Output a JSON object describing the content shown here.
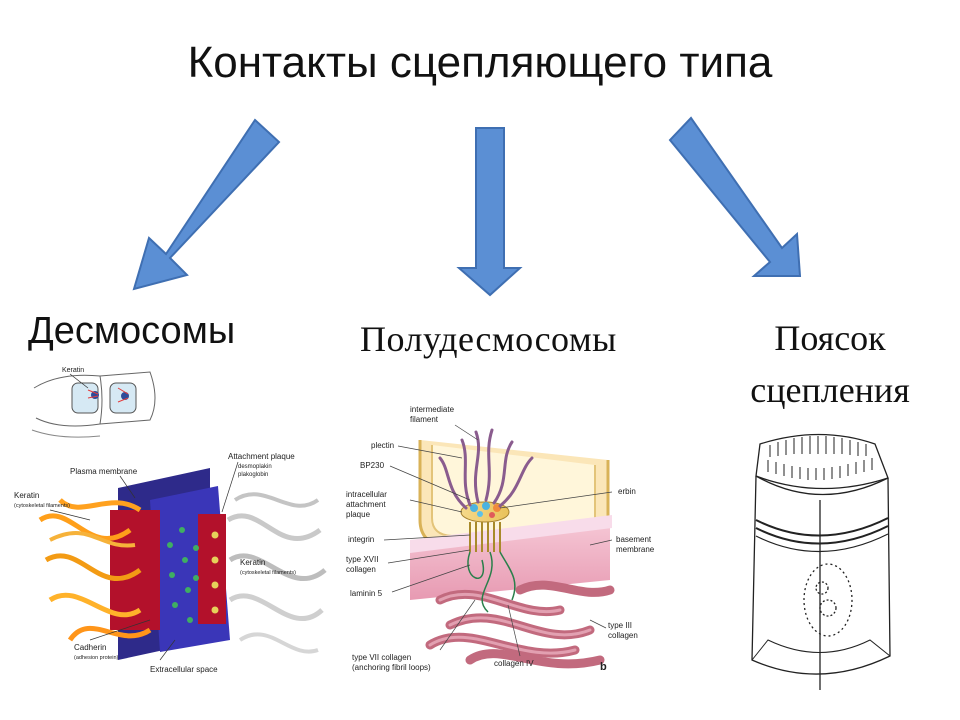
{
  "slide": {
    "title": "Контакты сцепляющего типа",
    "headings": {
      "desmosomes": "Десмосомы",
      "hemidesmosomes": "Полудесмосомы",
      "belt_line1": "Поясок",
      "belt_line2": "сцепления"
    },
    "arrow_color": "#5b8fd4",
    "desmosome_figure": {
      "top_label": "Keratin",
      "labels": {
        "attachment_plaque": "Attachment plaque",
        "desmoplakin": "desmoplakin",
        "plakoglobin": "plakoglobin",
        "plasma_membrane": "Plasma membrane",
        "keratin_left": "Keratin",
        "keratin_left_sub": "(cytoskeletal filaments)",
        "keratin_right": "Keratin",
        "keratin_right_sub": "(cytoskeletal filaments)",
        "cadherin": "Cadherin",
        "cadherin_sub": "(adhesion protein)",
        "extracellular": "Extracellular space"
      }
    },
    "hemidesmosome_figure": {
      "labels": {
        "intermediate": "intermediate",
        "filament": "filament",
        "plectin": "plectin",
        "bp230": "BP230",
        "intracellular": "intracellular",
        "attachment": "attachment",
        "plaque": "plaque",
        "integrin": "integrin",
        "type_xvii": "type XVII",
        "collagen_1": "collagen",
        "laminin": "laminin 5",
        "type_vii": "type VII collagen",
        "anchoring": "(anchoring fibril loops)",
        "collagen_iv": "collagen IV",
        "erbin": "erbin",
        "basement": "basement",
        "membrane": "membrane",
        "type_iii": "type III",
        "collagen_2": "collagen",
        "panel": "b"
      }
    }
  }
}
